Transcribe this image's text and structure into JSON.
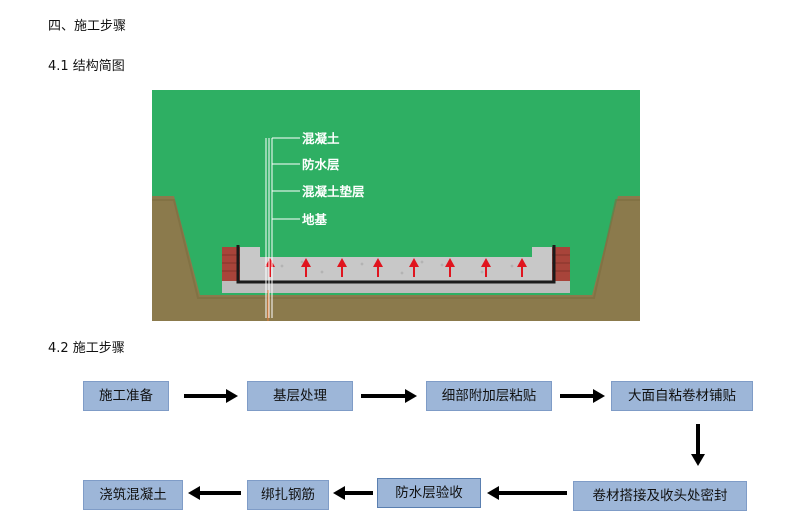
{
  "section_title": "四、施工步骤",
  "sub1_title": "4.1 结构简图",
  "sub2_title": "4.2 施工步骤",
  "diagram": {
    "labels": [
      "混凝土",
      "防水层",
      "混凝土垫层",
      "地基"
    ],
    "colors": {
      "ground_green": "#2eaf63",
      "soil": "#8b7a4c",
      "concrete": "#c8c8c8",
      "brick": "#a8443a",
      "membrane": "#1a1a1a",
      "arrow": "#e0141e"
    }
  },
  "steps": [
    "施工准备",
    "基层处理",
    "细部附加层粘贴",
    "大面自粘卷材铺贴",
    "卷材搭接及收头处密封",
    "防水层验收",
    "绑扎钢筋",
    "浇筑混凝土"
  ],
  "colors": {
    "step_fill": "#9db6d8",
    "step_border": "#7f9cc7",
    "flow_arrow": "#000000"
  }
}
